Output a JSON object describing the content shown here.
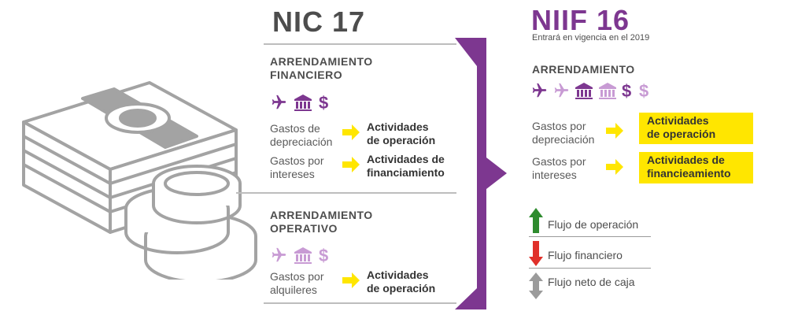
{
  "nic": {
    "title": "NIC 17",
    "financiero": {
      "title_line1": "ARRENDAMIENTO",
      "title_line2": "FINANCIERO",
      "rows": [
        {
          "label_line1": "Gastos de",
          "label_line2": "depreciación",
          "result_line1": "Actividades",
          "result_line2": "de operación"
        },
        {
          "label_line1": "Gastos por",
          "label_line2": "intereses",
          "result_line1": "Actividades de",
          "result_line2": "financiamiento"
        }
      ]
    },
    "operativo": {
      "title_line1": "ARRENDAMIENTO",
      "title_line2": "OPERATIVO",
      "rows": [
        {
          "label_line1": "Gastos por",
          "label_line2": "alquileres",
          "result_line1": "Actividades",
          "result_line2": "de operación"
        }
      ]
    }
  },
  "niif": {
    "title": "NIIF 16",
    "subtitle": "Entrará en vigencia en el 2019",
    "arrendamiento": {
      "title": "ARRENDAMIENTO",
      "rows": [
        {
          "label_line1": "Gastos por",
          "label_line2": "depreciación",
          "result_line1": "Actividades",
          "result_line2": "de operación"
        },
        {
          "label_line1": "Gastos por",
          "label_line2": "intereses",
          "result_line1": "Actividades de",
          "result_line2": "financieamiento"
        }
      ]
    }
  },
  "legend": {
    "items": [
      {
        "label": "Flujo de operación",
        "color": "#2e8b2e",
        "direction": "up"
      },
      {
        "label": "Flujo financiero",
        "color": "#e0302a",
        "direction": "down"
      },
      {
        "label": "Flujo neto de caja",
        "color": "#9b9b9b",
        "direction": "both"
      }
    ]
  },
  "colors": {
    "purple": "#7d3790",
    "purple_light": "#c89bd4",
    "yellow": "#ffe600",
    "gray": "#a8a8a8",
    "dark_gray": "#4d4d4d"
  },
  "icons": {
    "financiero": [
      "airplane-icon",
      "building-icon",
      "dollar-icon"
    ],
    "operativo": [
      "airplane-icon",
      "building-icon",
      "dollar-icon"
    ],
    "niif": [
      "airplane-icon",
      "airplane-icon",
      "building-icon",
      "building-icon",
      "dollar-icon",
      "dollar-icon"
    ]
  }
}
